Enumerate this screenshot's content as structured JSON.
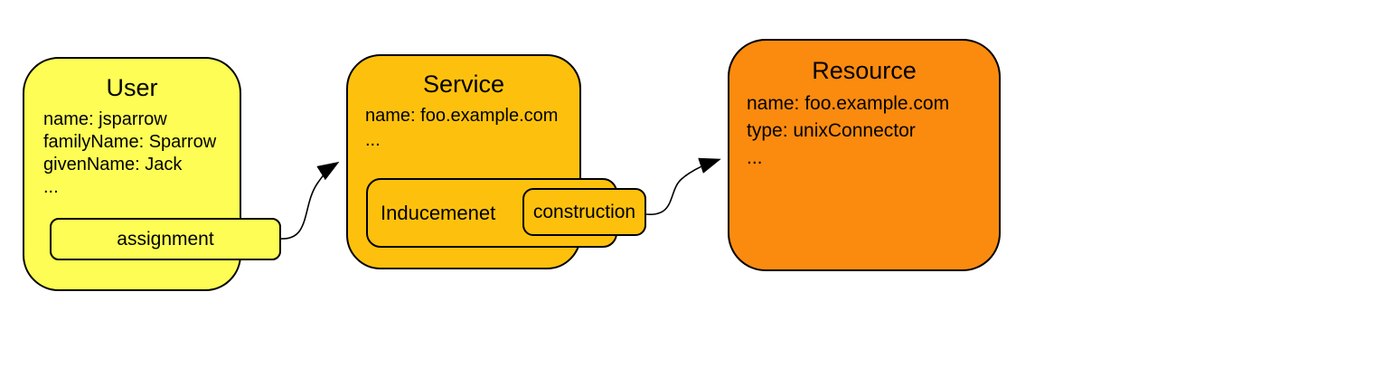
{
  "diagram": {
    "kind": "identity-provisioning-concept-diagram",
    "background": "#ffffff",
    "nodes": {
      "user": {
        "title": "User",
        "lines": [
          "name: jsparrow",
          "familyName: Sparrow",
          "givenName: Jack",
          "..."
        ],
        "fill": "#fdfd55"
      },
      "service": {
        "title": "Service",
        "lines": [
          "name: foo.example.com",
          "..."
        ],
        "fill": "#fdc10d"
      },
      "resource": {
        "title": "Resource",
        "lines": [
          "name: foo.example.com",
          "type: unixConnector",
          "..."
        ],
        "fill": "#fa8b0f"
      }
    },
    "labels": {
      "assignment": "assignment",
      "inducement": "Inducemenet",
      "construction": "construction"
    },
    "edges": [
      {
        "from": "assignment",
        "to": "Service",
        "style": "curved-arrow"
      },
      {
        "from": "construction",
        "to": "Resource",
        "style": "curved-arrow"
      }
    ],
    "colors": {
      "outline": "#000000",
      "arrow": "#000000",
      "text": "#000000"
    }
  }
}
